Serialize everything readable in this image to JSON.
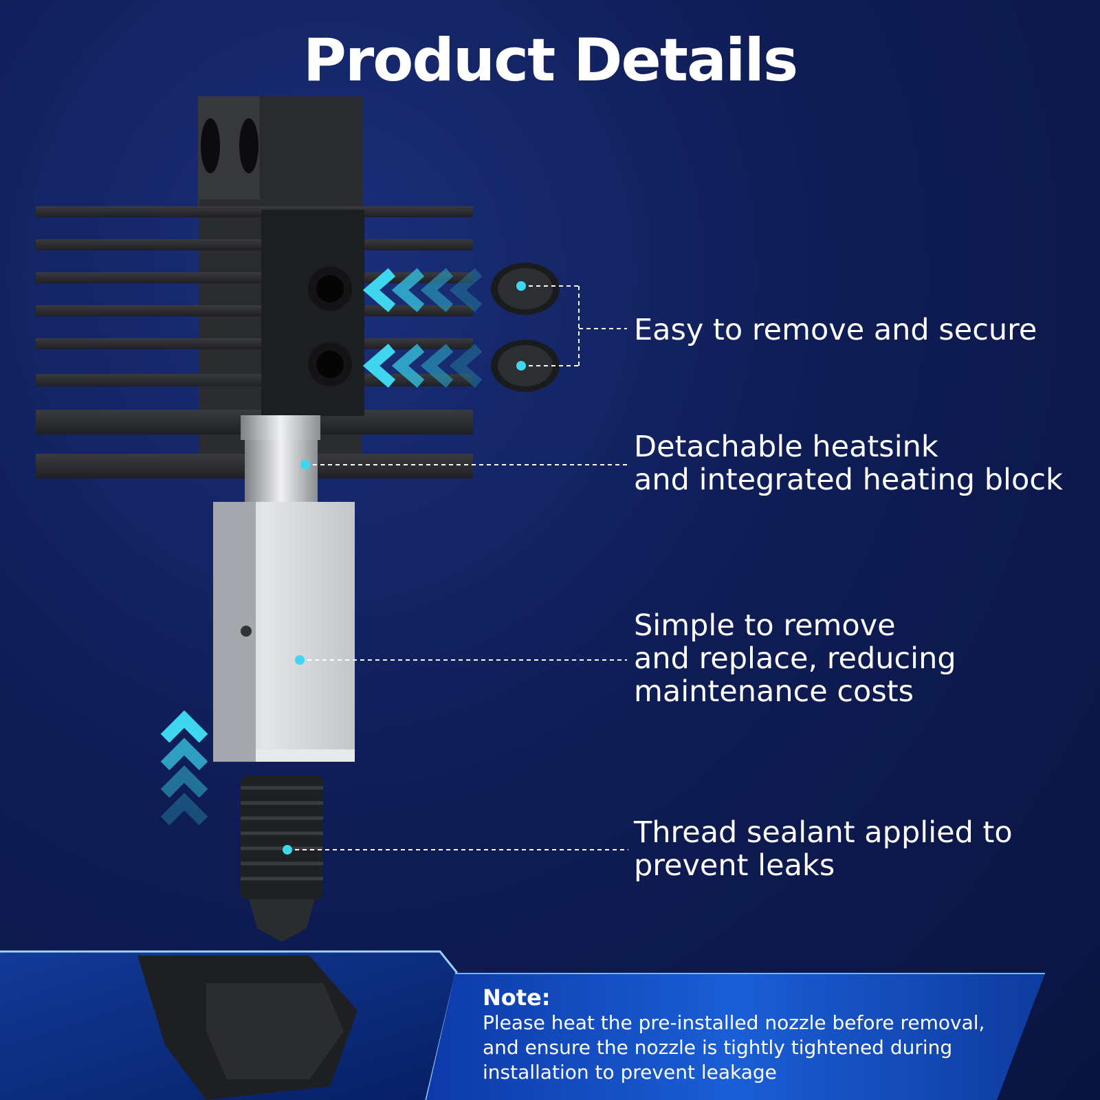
{
  "title": "Product Details",
  "callouts": [
    {
      "lines": [
        "Easy to remove and secure"
      ]
    },
    {
      "lines": [
        "Detachable heatsink",
        "and integrated heating block"
      ]
    },
    {
      "lines": [
        "Simple to remove",
        "and replace, reducing",
        "maintenance costs"
      ]
    },
    {
      "lines": [
        "Thread sealant applied to",
        "prevent leaks"
      ]
    }
  ],
  "note": {
    "title": "Note:",
    "lines": [
      "Please heat the pre-installed nozzle before removal,",
      "and ensure the nozzle is tightly tightened during",
      "installation to prevent leakage"
    ]
  },
  "colors": {
    "background": "#0f1d56",
    "accent": "#3fd6f0",
    "banner": "#1c6fe0",
    "heatsink": "#2b2c2f",
    "block": "#c9cbce"
  },
  "icons": [
    "heatsink-icon",
    "screw-icon",
    "heating-block-icon",
    "nozzle-icon",
    "chevron-left-icon",
    "chevron-up-icon"
  ]
}
